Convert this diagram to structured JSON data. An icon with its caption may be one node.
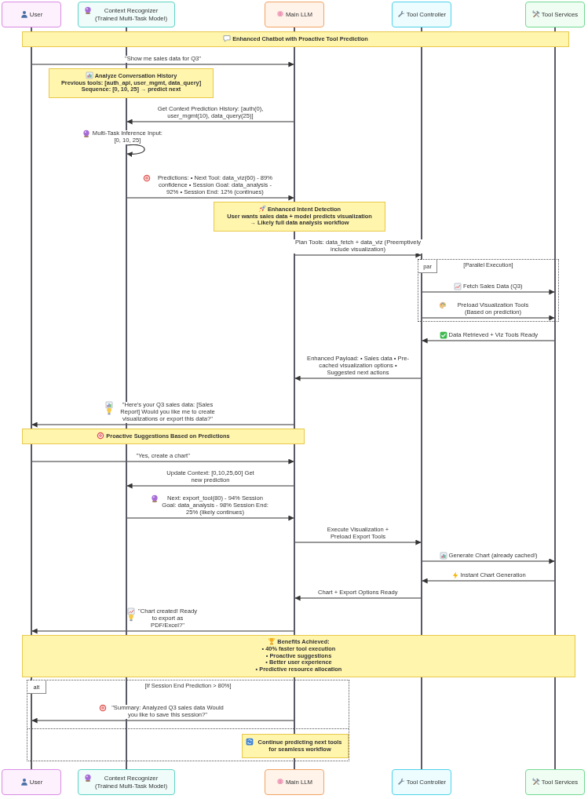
{
  "diagram": {
    "nodes": [
      {
        "text": [
          "User"
        ]
      },
      {
        "text": [
          "Context Recognizer (Trained Multi-Task Model)"
        ]
      },
      {
        "text": [
          "Main LLM"
        ]
      },
      {
        "text": [
          "Tool Controller"
        ]
      },
      {
        "text": [
          "Tool Services"
        ]
      },
      {
        "text": [],
        "shape": "bar"
      },
      {
        "text": [],
        "shape": "bar"
      },
      {
        "text": [],
        "shape": "bar"
      },
      {
        "text": [],
        "shape": "bar"
      },
      {
        "text": [],
        "shape": "bar"
      },
      {
        "text": [
          "Enhanced Chatbot with Proactive Tool Prediction"
        ]
      },
      {
        "text": [
          "Analyze Conversation History",
          "Previous tools: [auth_api, user_mgmt, data_query]",
          "Sequence: [0, 10, 25] → predict next"
        ]
      },
      {
        "text": [
          "Enhanced Intent Detection",
          "User wants sales data + model predicts visualization",
          "→ Likely full data analysis workflow"
        ]
      },
      {
        "text": [
          "[Parallel Execution]"
        ]
      },
      {
        "text": [
          "par"
        ],
        "in": 13
      },
      {
        "text": [
          "Proactive Suggestions Based on Predictions"
        ]
      },
      {
        "text": [
          "Benefits Achieved:",
          "• 40% faster tool execution",
          "• Proactive suggestions",
          "• Better user experience",
          "• Predictive resource allocation"
        ]
      },
      {
        "text": [
          "[If Session End Prediction > 80%]"
        ]
      },
      {
        "text": [
          "alt"
        ],
        "in": 17
      },
      {
        "text": [
          "Continue predicting next tools for seamless workflow"
        ],
        "in": 17
      },
      {
        "text": [
          "User"
        ]
      },
      {
        "text": [
          "Context Recognizer (Trained Multi-Task Model)"
        ]
      },
      {
        "text": [
          "Main LLM"
        ]
      },
      {
        "text": [
          "Tool Controller"
        ]
      },
      {
        "text": [
          "Tool Services"
        ]
      }
    ],
    "edges": [
      {
        "from": 5,
        "to": 7,
        "arrow": "to",
        "label": "\"Show me sales data for Q3\""
      },
      {
        "from": 7,
        "to": 6,
        "arrow": "to",
        "label": "Get Context Prediction History: [auth(0), user_mgmt(10), data_query(25)]"
      },
      {
        "from": 6,
        "to": 6,
        "arrow": "to",
        "label": "Multi-Task Inference Input: [0, 10, 25]"
      },
      {
        "from": 6,
        "to": 7,
        "arrow": "to",
        "label": "Predictions: • Next Tool: data_viz(60) - 89% confidence • Session Goal: data_analysis - 92% • Session End: 12% (continues)"
      },
      {
        "from": 7,
        "to": 8,
        "arrow": "to",
        "label": "Plan Tools: data_fetch + data_viz (Preemptively include visualization)"
      },
      {
        "from": 8,
        "to": 9,
        "arrow": "to",
        "label": "Fetch Sales Data (Q3)"
      },
      {
        "from": 8,
        "to": 9,
        "arrow": "to",
        "label": "Preload Visualization Tools (Based on prediction)"
      },
      {
        "from": 9,
        "to": 8,
        "arrow": "to",
        "label": "Data Retrieved + Viz Tools Ready"
      },
      {
        "from": 8,
        "to": 7,
        "arrow": "to",
        "label": "Enhanced Payload: • Sales data • Pre-cached visualization options • Suggested next actions"
      },
      {
        "from": 7,
        "to": 5,
        "arrow": "to",
        "label": "\"Here's your Q3 sales data: [Sales Report] Would you like me to create visualizations or export this data?\""
      },
      {
        "from": 5,
        "to": 7,
        "arrow": "to",
        "label": "\"Yes, create a chart\""
      },
      {
        "from": 7,
        "to": 6,
        "arrow": "to",
        "label": "Update Context: [0,10,25,60] Get new prediction"
      },
      {
        "from": 6,
        "to": 7,
        "arrow": "to",
        "label": "Next: export_tool(80) - 94% Session Goal: data_analysis - 98% Session End: 25% (likely continues)"
      },
      {
        "from": 7,
        "to": 8,
        "arrow": "to",
        "label": "Execute Visualization + Preload Export Tools"
      },
      {
        "from": 8,
        "to": 9,
        "arrow": "to",
        "label": "Generate Chart (already cached!)"
      },
      {
        "from": 9,
        "to": 8,
        "arrow": "to",
        "label": "Instant Chart Generation"
      },
      {
        "from": 8,
        "to": 7,
        "arrow": "to",
        "label": "Chart + Export Options Ready"
      },
      {
        "from": 7,
        "to": 5,
        "arrow": "to",
        "label": "\"Chart created! Ready to export as PDF/Excel?\""
      },
      {
        "from": 7,
        "to": 5,
        "arrow": "to",
        "label": "\"Summary: Analyzed Q3 sales data Would you like to save this session?\""
      }
    ]
  }
}
